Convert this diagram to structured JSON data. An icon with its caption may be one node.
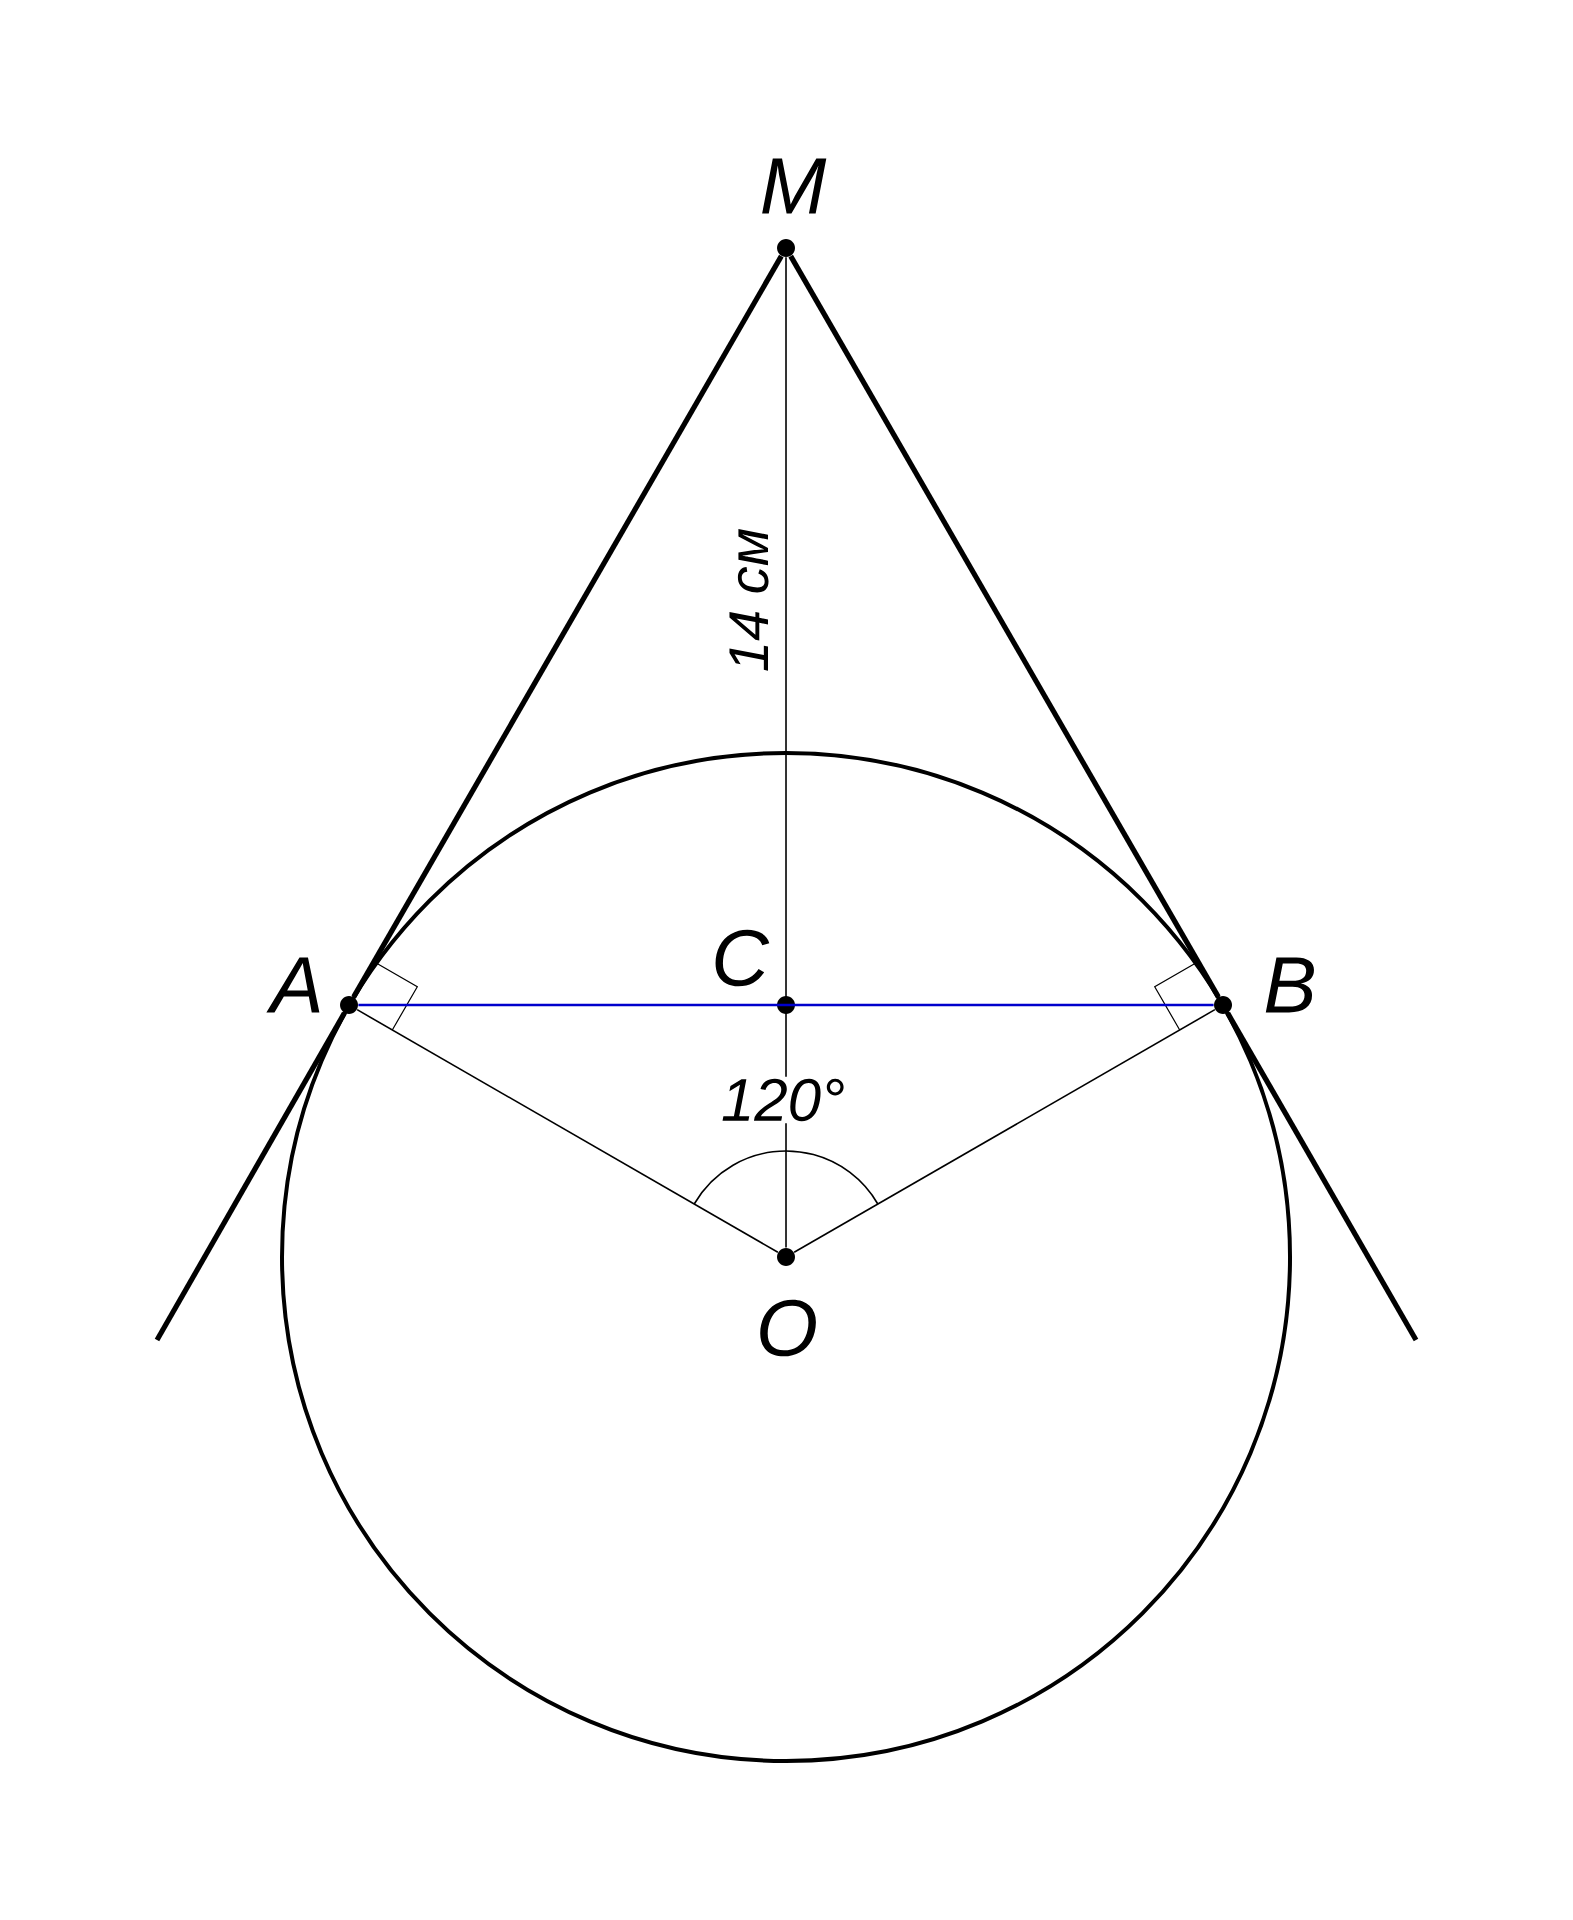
{
  "diagram": {
    "nodes": [
      {
        "text": [
          "M"
        ]
      },
      {
        "text": [
          "A"
        ]
      },
      {
        "text": [
          "C"
        ]
      },
      {
        "text": [
          "B"
        ]
      },
      {
        "text": [
          "O"
        ]
      }
    ],
    "edges": [
      {
        "from": 0,
        "to": 1,
        "arrow": "none",
        "style": "thick"
      },
      {
        "from": 0,
        "to": 3,
        "arrow": "none",
        "style": "thick"
      },
      {
        "from": 0,
        "to": 4,
        "arrow": "none",
        "label": "14 см"
      },
      {
        "from": 1,
        "to": 3,
        "arrow": "none",
        "color": "#0000cc"
      },
      {
        "from": 4,
        "to": 1,
        "arrow": "none"
      },
      {
        "from": 4,
        "to": 3,
        "arrow": "none"
      }
    ],
    "labels": [
      "120°"
    ]
  }
}
